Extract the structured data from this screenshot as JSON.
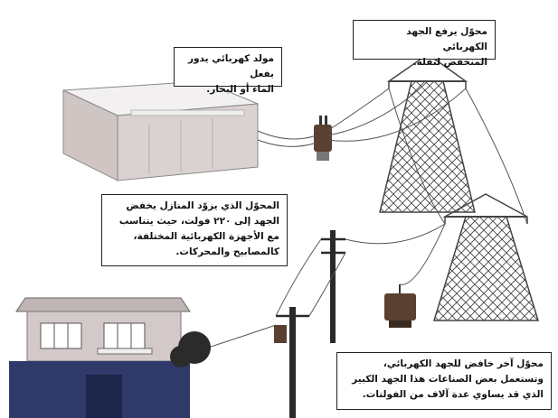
{
  "callouts": {
    "generator": [
      "مولد كهربائي يدور بفعل",
      "الماء أو البخار."
    ],
    "step_up": [
      "محوّل يرفع الجهد الكهربائي",
      "المنخفض لنقله."
    ],
    "home": [
      "المحوّل الذي يزوّد المنازل يخفض",
      "الجهد إلى ٢٢٠ فولت، حيث يتناسب",
      "مع الأجهزة الكهربائية المختلفة،",
      "كالمصابيح والمحركات."
    ],
    "industry": [
      "محوّل آخر خافض للجهد الكهربائي،",
      "وتستعمل بعض الصناعات هذا الجهد الكبير",
      "الذي قد يساوي عدة آلاف من الفولتات."
    ]
  },
  "colors": {
    "tower": "#444444",
    "wire": "#555555",
    "building_wall": "#d9d2d0",
    "building_roof": "#f2f0f0",
    "house_upper": "#d3c9c9",
    "house_lower": "#2f3a6b",
    "transformer": "#5a4030",
    "pole": "#2a2a2a",
    "bush": "#2b2b2b"
  }
}
